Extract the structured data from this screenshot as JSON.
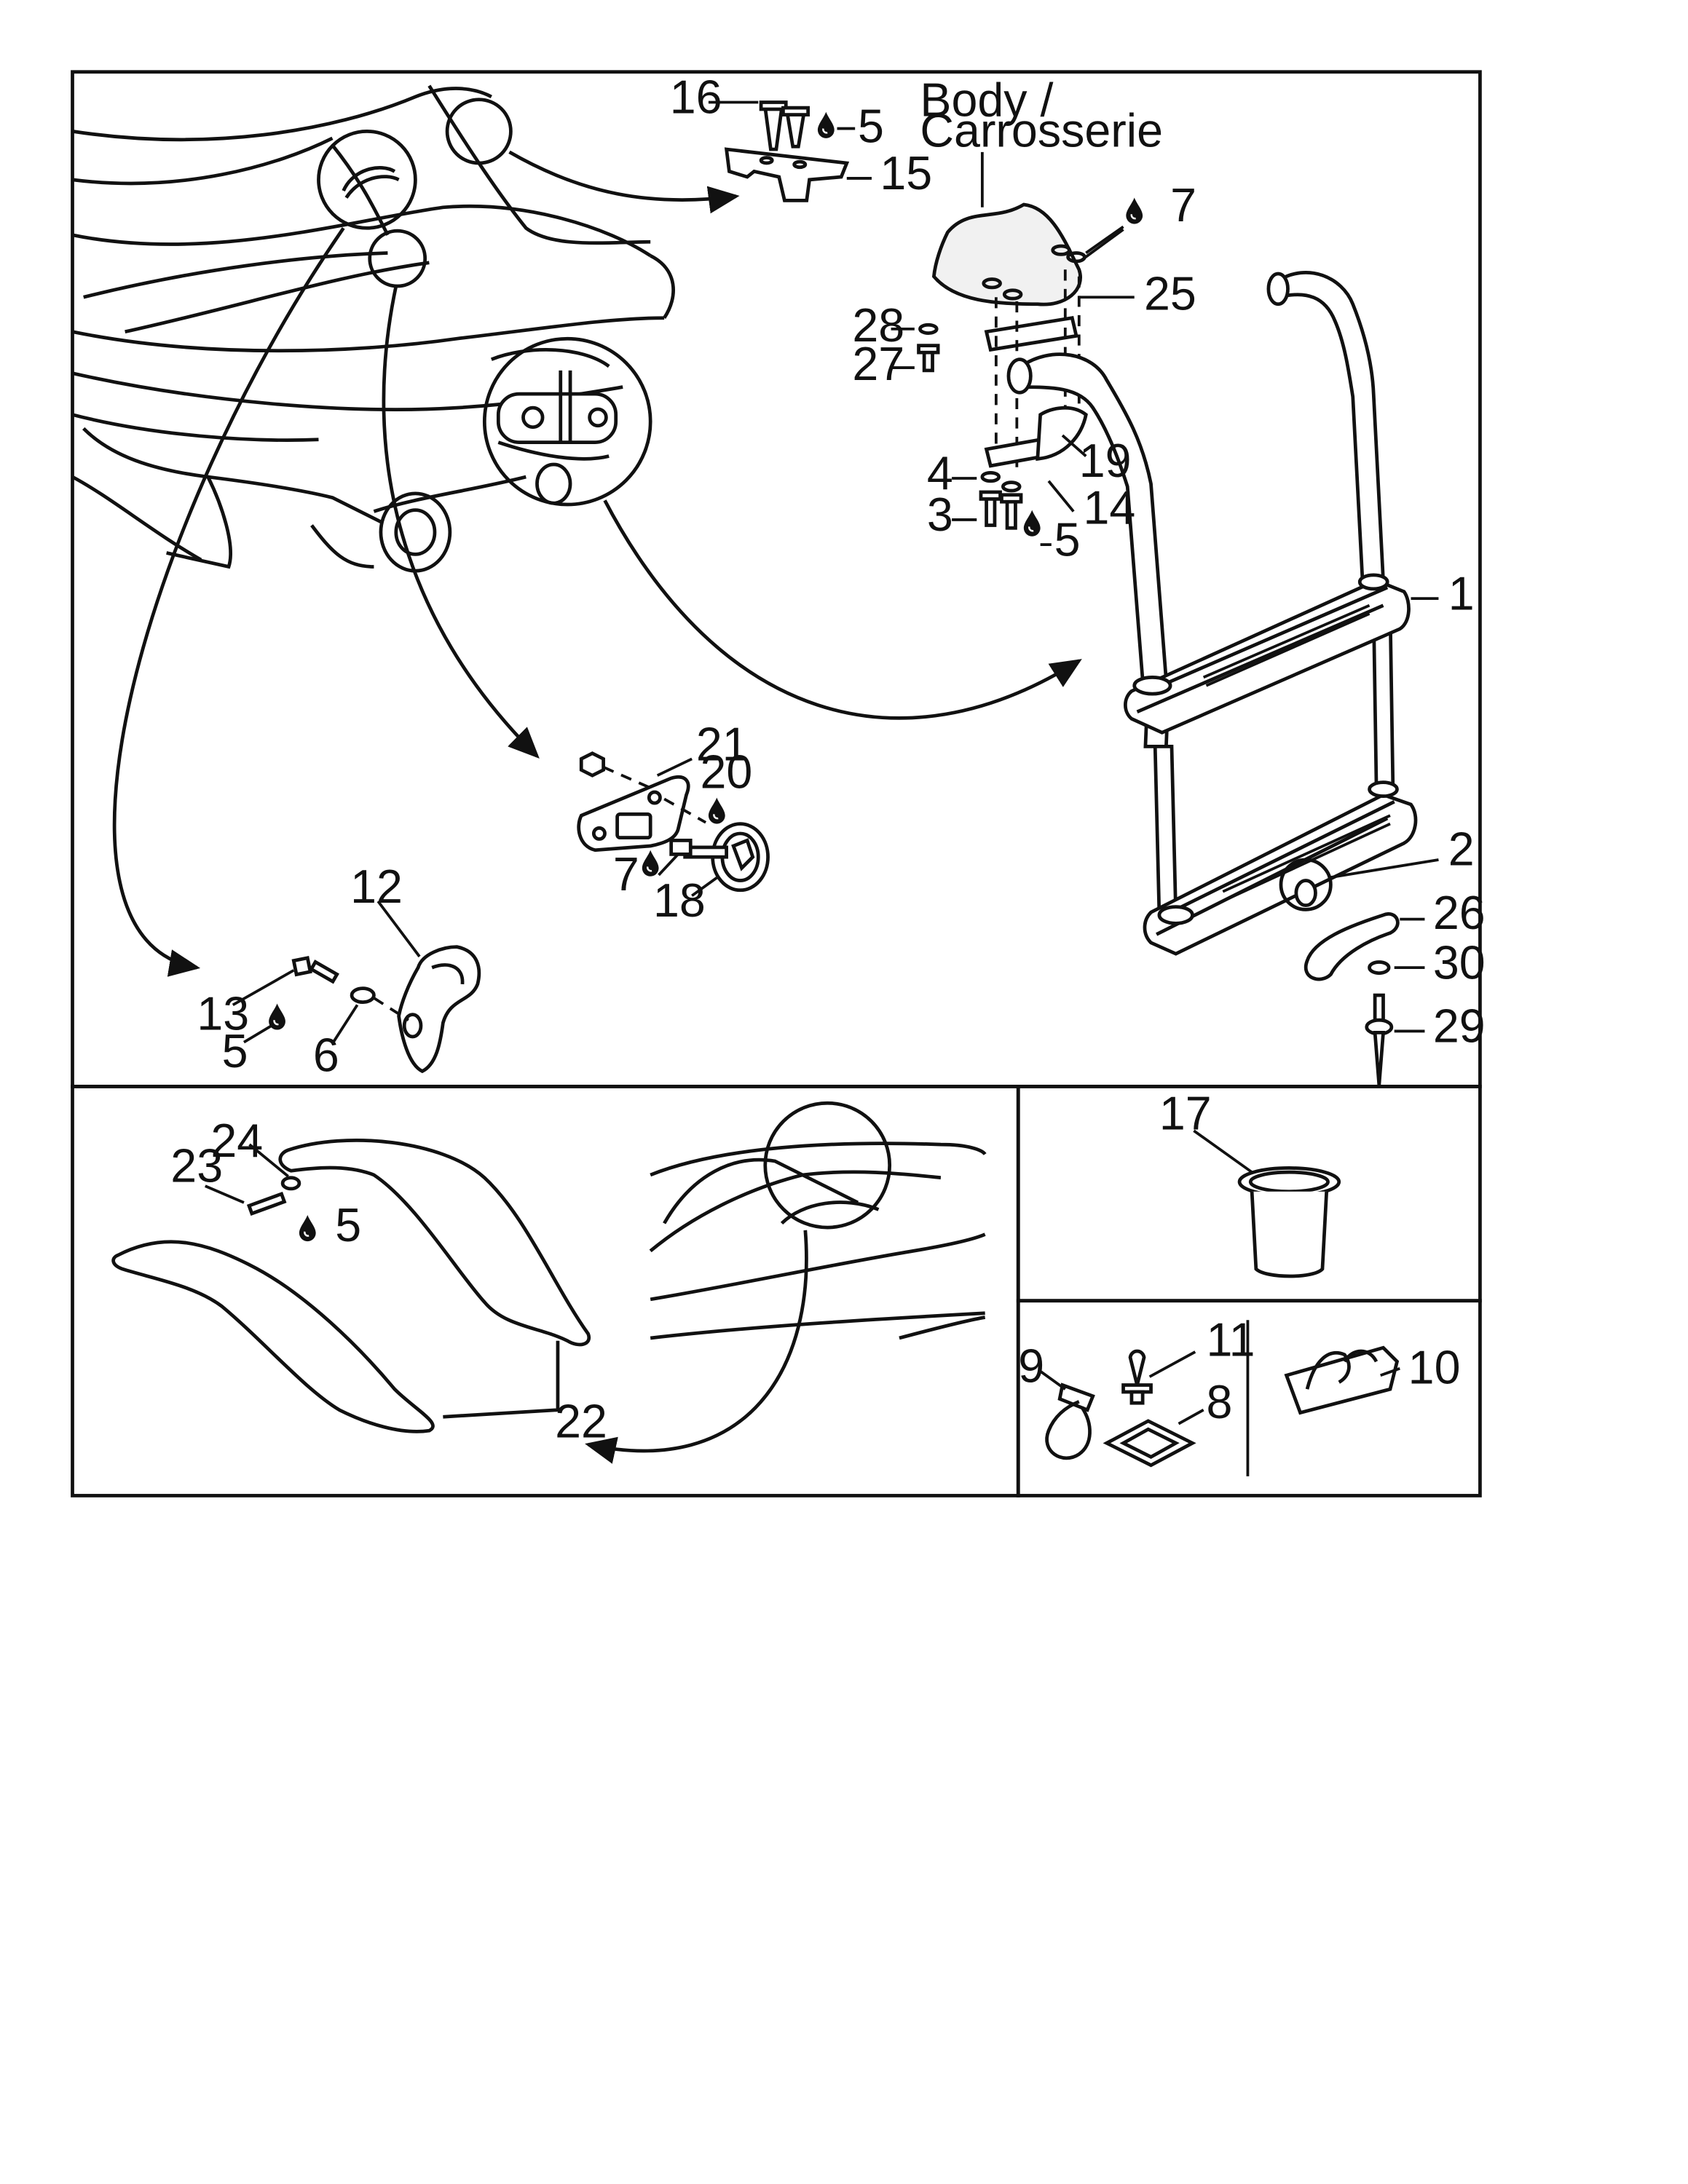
{
  "body_label": {
    "line1": "Body /",
    "line2": "Carrosserie"
  },
  "callouts": {
    "c1": "1",
    "c2": "2",
    "c3": "3",
    "c4": "4",
    "c5a": "5",
    "c5b": "5",
    "c5c": "5",
    "c5d": "5",
    "c6": "6",
    "c7a": "7",
    "c7b": "7",
    "c8": "8",
    "c9": "9",
    "c10": "10",
    "c11": "11",
    "c12": "12",
    "c13": "13",
    "c14": "14",
    "c15": "15",
    "c16": "16",
    "c17": "17",
    "c18": "18",
    "c19": "19",
    "c20": "20",
    "c21": "21",
    "c22": "22",
    "c23": "23",
    "c24": "24",
    "c25": "25",
    "c26": "26",
    "c27": "27",
    "c28": "28",
    "c29": "29",
    "c30": "30"
  },
  "icons": {
    "adhesive": "drop-icon"
  }
}
